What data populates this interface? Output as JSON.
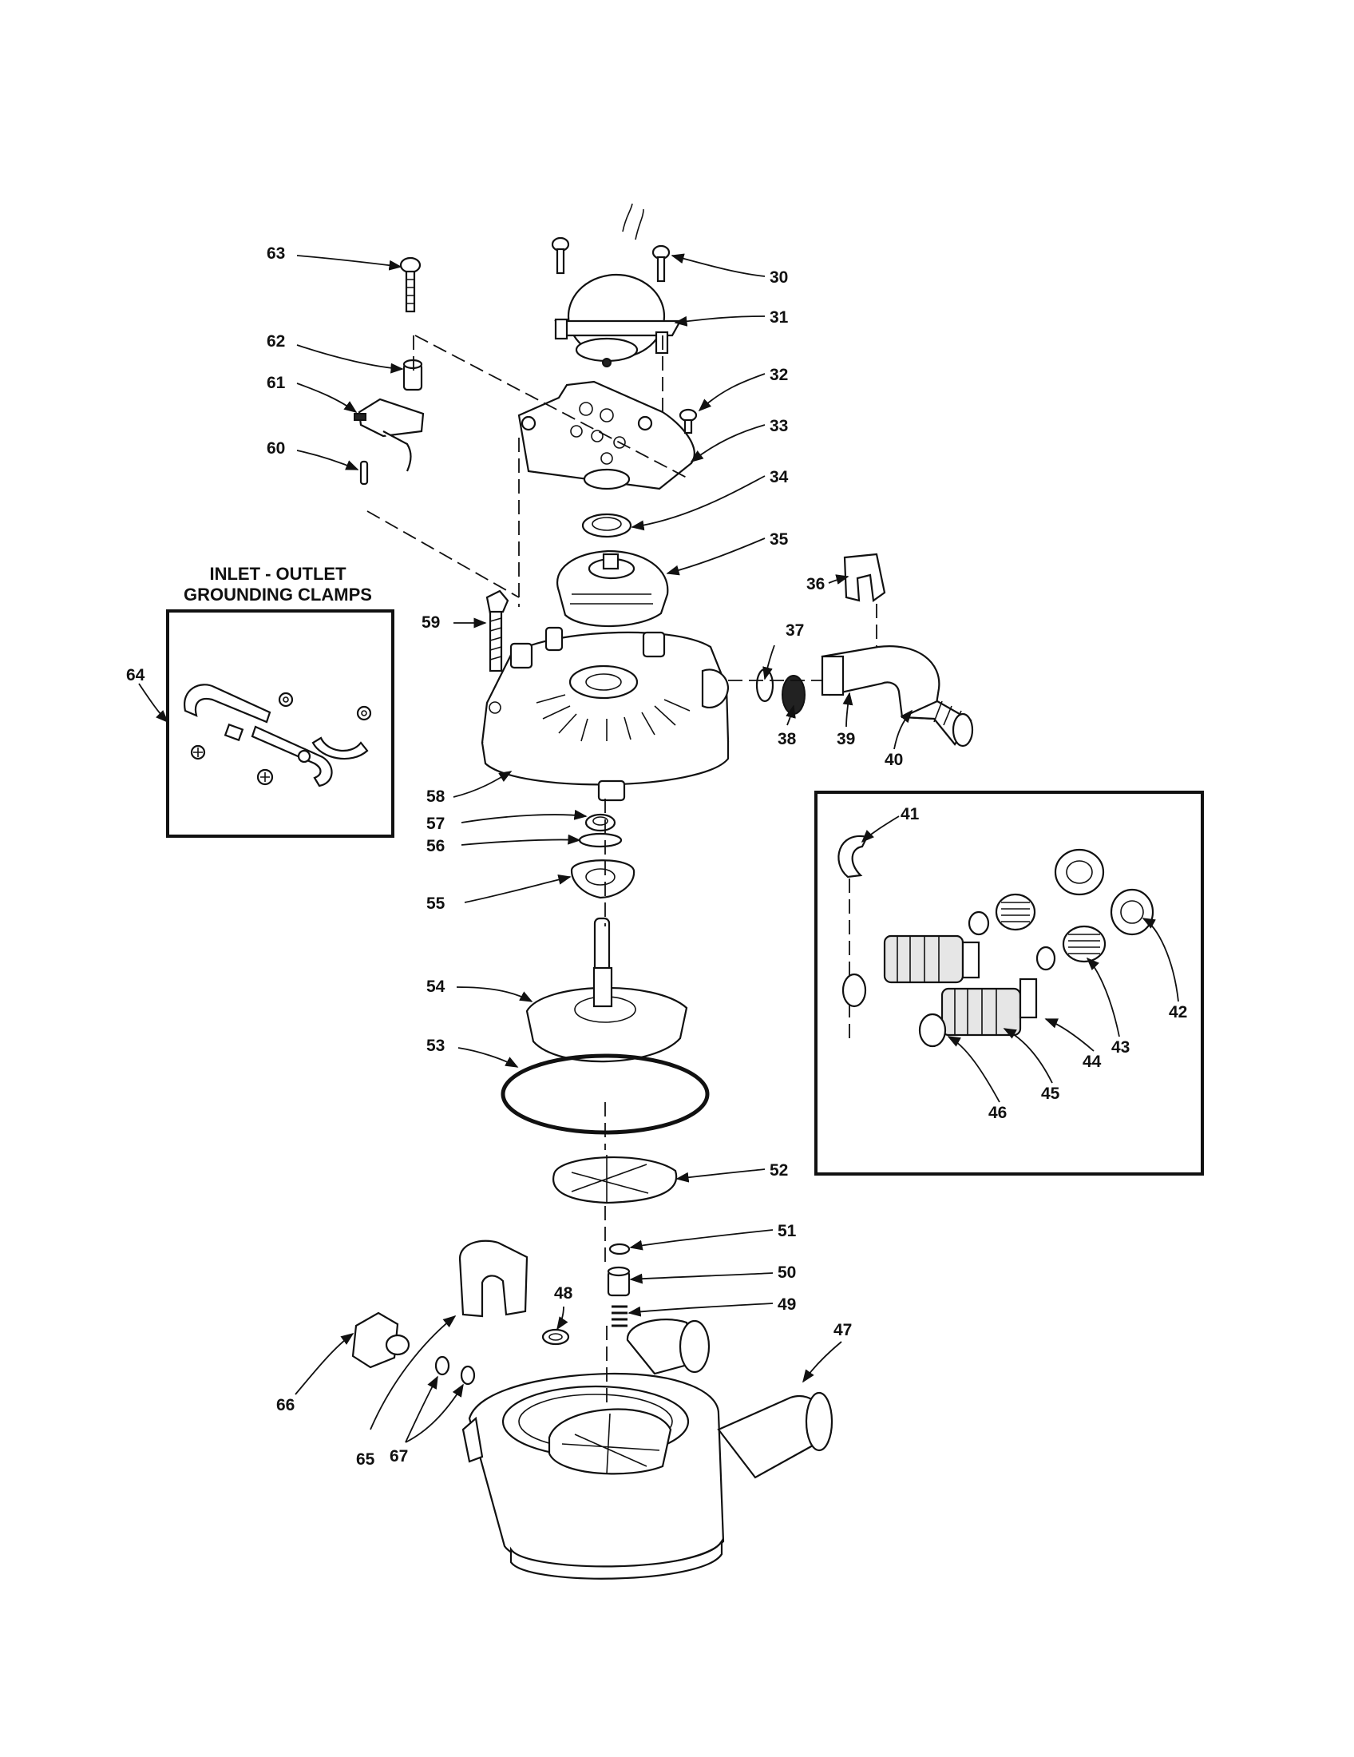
{
  "inset_title": [
    "INLET - OUTLET",
    "GROUNDING CLAMPS"
  ],
  "callouts": {
    "c30": "30",
    "c31": "31",
    "c32": "32",
    "c33": "33",
    "c34": "34",
    "c35": "35",
    "c36": "36",
    "c37": "37",
    "c38": "38",
    "c39": "39",
    "c40": "40",
    "c41": "41",
    "c42": "42",
    "c43": "43",
    "c44": "44",
    "c45": "45",
    "c46": "46",
    "c47": "47",
    "c48": "48",
    "c49": "49",
    "c50": "50",
    "c51": "51",
    "c52": "52",
    "c53": "53",
    "c54": "54",
    "c55": "55",
    "c56": "56",
    "c57": "57",
    "c58": "58",
    "c59": "59",
    "c60": "60",
    "c61": "61",
    "c62": "62",
    "c63": "63",
    "c64": "64",
    "c65": "65",
    "c66": "66",
    "c67": "67"
  }
}
